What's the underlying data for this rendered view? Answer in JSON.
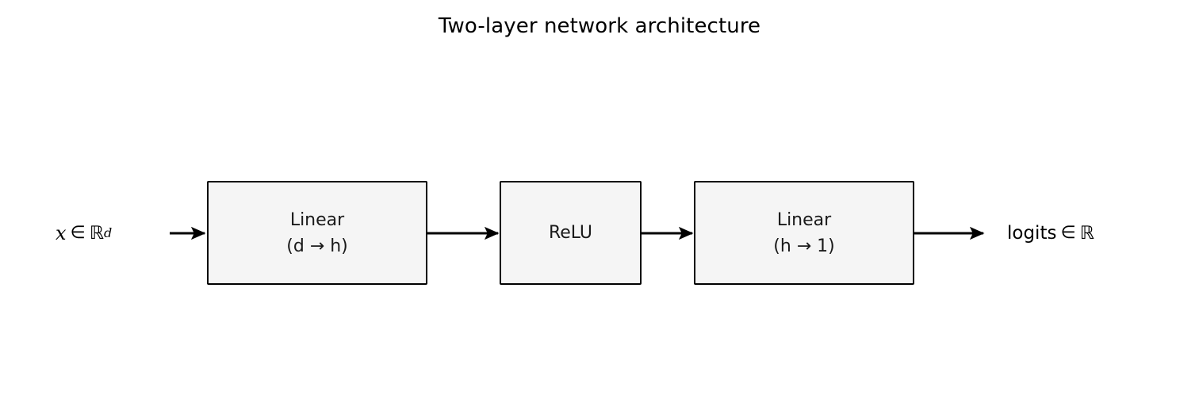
{
  "figure": {
    "title": "Two-layer network architecture",
    "background_color": "#ffffff",
    "foreground_color": "#000000",
    "block_fill_color": "#f5f5f5",
    "block_edge_color": "#000000"
  },
  "input": {
    "symbol": "x",
    "member_op": "∈",
    "space": "ℝ",
    "exponent": "d",
    "full_text": "x ∈ ℝᵈ"
  },
  "output": {
    "symbol": "logits",
    "member_op": "∈",
    "space": "ℝ",
    "full_text": "logits ∈ ℝ"
  },
  "blocks": [
    {
      "id": "linear-1",
      "line1": "Linear",
      "line2": "(d → h)"
    },
    {
      "id": "relu",
      "line1": "ReLU",
      "line2": ""
    },
    {
      "id": "linear-2",
      "line1": "Linear",
      "line2": "(h → 1)"
    }
  ],
  "arrows": [
    {
      "id": "input-to-linear-1",
      "label": ""
    },
    {
      "id": "linear-1-to-relu",
      "label": ""
    },
    {
      "id": "relu-to-linear-2",
      "label": ""
    },
    {
      "id": "linear-2-to-output",
      "label": ""
    }
  ],
  "chart_data": {
    "type": "diagram",
    "title": "Two-layer network architecture",
    "nodes": [
      {
        "name": "x ∈ ℝᵈ",
        "kind": "io-label"
      },
      {
        "name": "Linear (d → h)",
        "kind": "block"
      },
      {
        "name": "ReLU",
        "kind": "block"
      },
      {
        "name": "Linear (h → 1)",
        "kind": "block"
      },
      {
        "name": "logits ∈ ℝ",
        "kind": "io-label"
      }
    ],
    "edges": [
      {
        "from": "x ∈ ℝᵈ",
        "to": "Linear (d → h)"
      },
      {
        "from": "Linear (d → h)",
        "to": "ReLU"
      },
      {
        "from": "ReLU",
        "to": "Linear (h → 1)"
      },
      {
        "from": "Linear (h → 1)",
        "to": "logits ∈ ℝ"
      }
    ],
    "layout": "left-to-right",
    "legend": null,
    "grid": false
  }
}
